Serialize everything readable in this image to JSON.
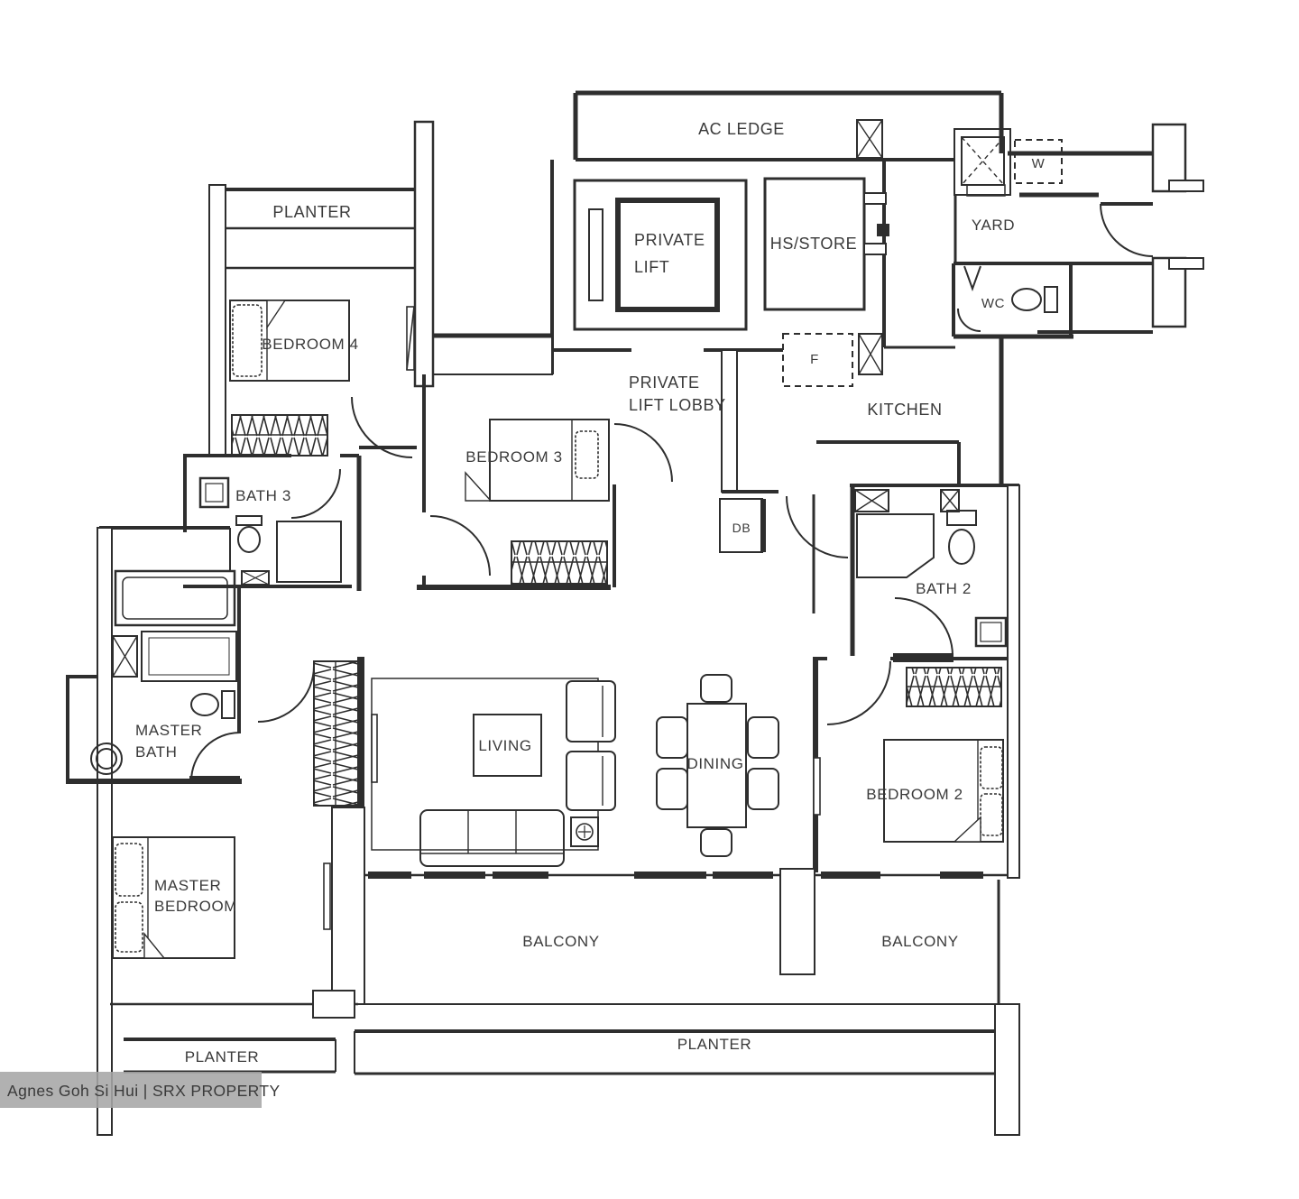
{
  "colors": {
    "line": "#2e2e2e",
    "text": "#3a3a3a",
    "background": "#ffffff",
    "watermark_bg": "#a6a6a6",
    "watermark_text": "#ffffff"
  },
  "watermark": {
    "text": "Agnes Goh Si Hui | SRX PROPERTY"
  },
  "labels": {
    "ac_ledge": "AC LEDGE",
    "private_lift_line1": "PRIVATE",
    "private_lift_line2": "LIFT",
    "hs_store": "HS/STORE",
    "washer": "W",
    "yard": "YARD",
    "wc": "WC",
    "kitchen": "KITCHEN",
    "fridge": "F",
    "lift_lobby_line1": "PRIVATE",
    "lift_lobby_line2": "LIFT LOBBY",
    "db": "DB",
    "planter_top": "PLANTER",
    "bedroom4": "BEDROOM 4",
    "bedroom3": "BEDROOM 3",
    "bath3": "BATH 3",
    "bath2": "BATH 2",
    "master_bath_line1": "MASTER",
    "master_bath_line2": "BATH",
    "living": "LIVING",
    "dining": "DINING",
    "bedroom2": "BEDROOM 2",
    "master_bedroom_line1": "MASTER",
    "master_bedroom_line2": "BEDROOM",
    "balcony_left": "BALCONY",
    "balcony_right": "BALCONY",
    "planter_bottom_left": "PLANTER",
    "planter_bottom": "PLANTER"
  }
}
